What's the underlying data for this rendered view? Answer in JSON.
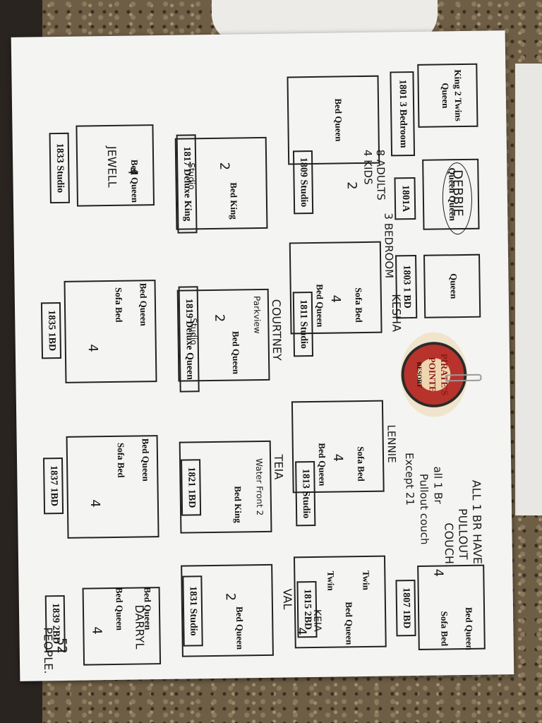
{
  "logo": {
    "line1": "PIRATE'S",
    "line2": "POINTE",
    "line3": "RESORT"
  },
  "units": [
    {
      "id": "1801",
      "label": "1801 3 Bedroom"
    },
    {
      "id": "1801a",
      "label": "1801A"
    },
    {
      "id": "1803",
      "label": "1803 1 BD"
    },
    {
      "id": "1807",
      "label": "1807 1BD"
    },
    {
      "id": "1809",
      "label": "1809 Studio"
    },
    {
      "id": "1811",
      "label": "1811 Studio"
    },
    {
      "id": "1813",
      "label": "1813 Studio"
    },
    {
      "id": "1815",
      "label": "1815 2BD"
    },
    {
      "id": "1817",
      "label": "1817 Deluxe King"
    },
    {
      "id": "1819",
      "label": "1819 Deluxe Queen"
    },
    {
      "id": "1821",
      "label": "1821 1BD"
    },
    {
      "id": "1831",
      "label": "1831 Studio"
    },
    {
      "id": "1833",
      "label": "1833 Studio"
    },
    {
      "id": "1835",
      "label": "1835 1BD"
    },
    {
      "id": "1837",
      "label": "1837 1BD"
    },
    {
      "id": "1839",
      "label": "1839 2BD"
    }
  ],
  "beds": {
    "b1801_1": "King 2 Twins",
    "b1801_2": "Queen",
    "b1801a": "Queen  Queen",
    "b1803": "Queen",
    "b1807": "Bed Queen",
    "b1807_2": "Sofa Bed",
    "b1809": "Bed Queen",
    "b1811_1": "Sofa Bed",
    "b1811_2": "Bed Queen",
    "b1813_1": "Sofa Bed",
    "b1813_2": "Bed Queen",
    "b1815_1": "Twin",
    "b1815_2": "Twin",
    "b1815_3": "Bed Queen",
    "b1817": "Bed King",
    "b1819": "Bed Queen",
    "b1821": "Bed King",
    "b1831": "Bed Queen",
    "b1833": "Bed Queen",
    "b1835_1": "Bed Queen",
    "b1835_2": "Sofa Bed",
    "b1837_1": "Bed Queen",
    "b1837_2": "Sofa Bed",
    "b1839_1": "Bed Queen",
    "b1839_2": "Bed Queen"
  },
  "handwriting": {
    "adults": "8 ADULTS",
    "kids": "4 KIDS",
    "bedroom": "3 BEDROOM",
    "debbie": "DEBBIE",
    "kesha": "KESHA",
    "lennie": "LENNIE",
    "courtney": "COURTNEY",
    "teia": "TEIA",
    "val": "VAL",
    "keia": "KEIA",
    "darryl": "DARRYL",
    "jewell": "JEWELL",
    "note1": "ALL 1 BR HAVE",
    "note2": "PULLOUT",
    "note3": "COUCH.",
    "note4": "all 1 Br",
    "note5": "Pullout couch",
    "note6": "Except 21",
    "total1": "52",
    "total2": "PEOPLE.",
    "n2a": "2",
    "n2b": "2",
    "n2c": "2",
    "n2d": "2",
    "n4a": "4",
    "n4b": "4",
    "n4c": "4",
    "n4d": "4",
    "n4e": "4",
    "n4f": "4",
    "n4g": "4",
    "n4h": "4",
    "studio1": "Studio",
    "studio2": "Studio",
    "park": "Parkview",
    "water": "Water Front 2"
  }
}
